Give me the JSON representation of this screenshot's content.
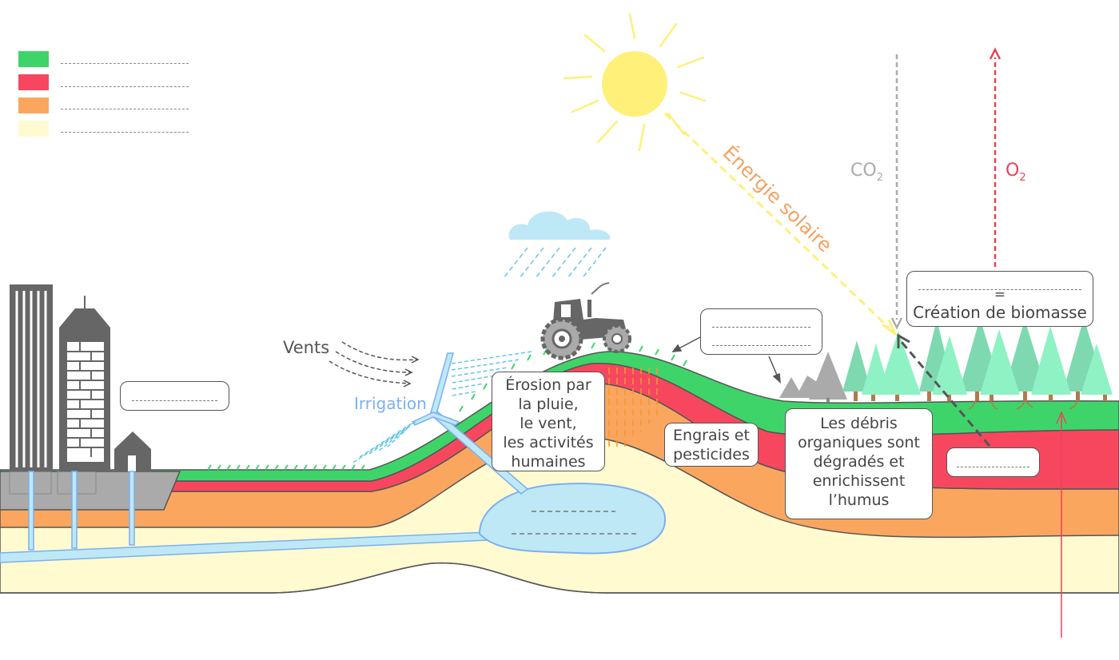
{
  "labels": {
    "vents": "Vents",
    "irrigation": "Irrigation",
    "energie_solaire": "Énergie solaire",
    "co2_main": "CO",
    "co2_sub": "2",
    "o2_main": "O",
    "o2_sub": "2",
    "equals": "=",
    "creation_biomasse": "Création de biomasse"
  },
  "boxes": {
    "erosion": [
      "Érosion par",
      "la pluie,",
      "le vent,",
      "les activités",
      "humaines"
    ],
    "engrais": [
      "Engrais et",
      "pesticides"
    ],
    "debris": [
      "Les débris",
      "organiques sont",
      "dégradés et",
      "enrichissent",
      "l’humus"
    ]
  },
  "legend": [
    {
      "color": "#3fd46a",
      "layer": "green"
    },
    {
      "color": "#f7475f",
      "layer": "red"
    },
    {
      "color": "#fba65f",
      "layer": "orange"
    },
    {
      "color": "#fffad0",
      "layer": "cream"
    }
  ],
  "colors": {
    "grass": "#3fd46a",
    "humus": "#f7475f",
    "subsoil": "#fba65f",
    "bedrock": "#fffad0",
    "sun": "#fff07a",
    "water": "#bfe8f7",
    "rain": "#62c6e8",
    "irrigation": "#7ab0ef",
    "co2": "#aaaaaa",
    "o2": "#e94258",
    "solar_text": "#f4a261",
    "tree_dark": "#7ed9b0",
    "tree_light": "#8ef2c4",
    "trunk": "#b07a4d",
    "grey": "#666666"
  }
}
